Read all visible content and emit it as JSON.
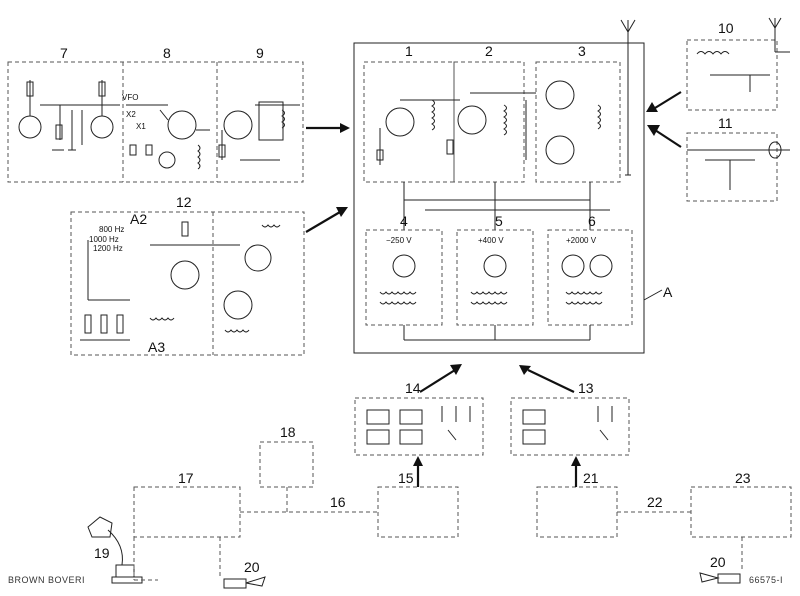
{
  "labels": {
    "block_1": "1",
    "block_2": "2",
    "block_3": "3",
    "block_4": "4",
    "block_5": "5",
    "block_6": "6",
    "block_7": "7",
    "block_8": "8",
    "block_9": "9",
    "block_10": "10",
    "block_11": "11",
    "block_12": "12",
    "block_13": "13",
    "block_14": "14",
    "block_15": "15",
    "block_16": "16",
    "block_17": "17",
    "block_18": "18",
    "block_19": "19",
    "block_20a": "20",
    "block_20b": "20",
    "block_21": "21",
    "block_22": "22",
    "block_23": "23",
    "group_a": "A",
    "group_a2": "A2",
    "group_a3": "A3"
  },
  "texts": {
    "vfo": "VFO",
    "x1": "X1",
    "x2": "X2",
    "freq_800": "800 Hz",
    "freq_1000": "1000 Hz",
    "freq_1200": "1200 Hz",
    "volt_250": "−250 V",
    "volt_400": "+400 V",
    "volt_2000": "+2000 V",
    "brand": "BROWN BOVERI",
    "figure_id": "66575-I"
  }
}
